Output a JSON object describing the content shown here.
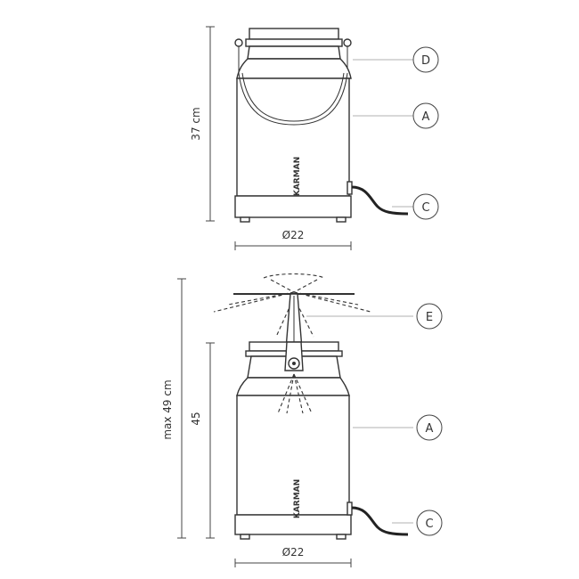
{
  "top_view": {
    "height_label": "37 cm",
    "diameter_label": "Ø22",
    "brand": "KARMAN",
    "callouts": [
      "D",
      "A",
      "C"
    ]
  },
  "bottom_view": {
    "max_height_label": "max 49 cm",
    "height_label": "45",
    "diameter_label": "Ø22",
    "brand": "KARMAN",
    "callouts": [
      "E",
      "A",
      "C"
    ]
  },
  "colors": {
    "line": "#333333",
    "leader": "#999999"
  }
}
